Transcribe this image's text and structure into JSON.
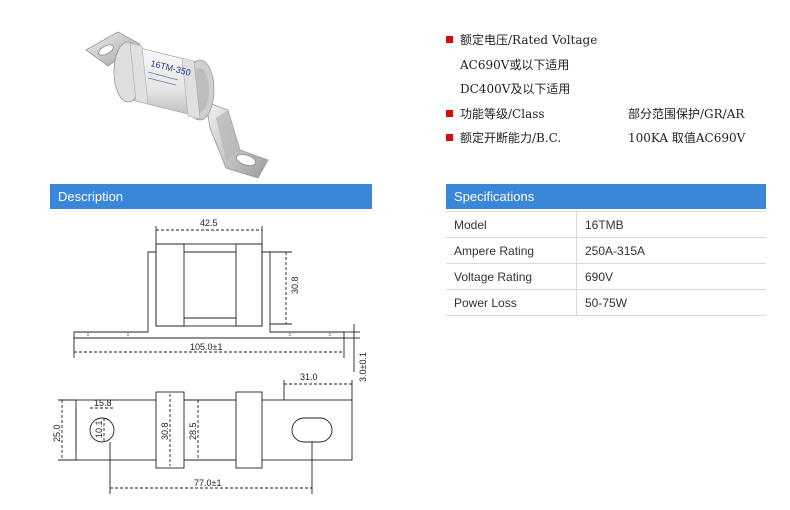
{
  "features": [
    {
      "label": "额定电压/Rated Voltage",
      "value": ""
    },
    {
      "label": "功能等级/Class",
      "value": "部分范围保护/GR/AR"
    },
    {
      "label": "额定开断能力/B.C.",
      "value": "100KA  取值AC690V"
    }
  ],
  "voltage_lines": [
    "AC690V或以下适用",
    "DC400V及以下适用"
  ],
  "photo_label": "16TM-350",
  "description": {
    "title": "Description"
  },
  "specifications": {
    "title": "Specifications",
    "rows": [
      {
        "label": "Model",
        "value": "16TMB"
      },
      {
        "label": "Ampere Rating",
        "value": "250A-315A"
      },
      {
        "label": "Voltage Rating",
        "value": "690V"
      },
      {
        "label": "Power Loss",
        "value": "50-75W"
      }
    ]
  },
  "dimensions": {
    "top_width": "42.5",
    "height": "30.8",
    "overall_length": "105.0±1",
    "thickness": "3.0±0.1",
    "tab_end": "31.0",
    "slot_length": "15.8",
    "slot_width": "10.1",
    "tab_width": "25.0",
    "body_dia": "30.8",
    "inner": "28.5",
    "hole_spacing": "77.0±1"
  },
  "colors": {
    "bar": "#3a86d9",
    "bullet": "#cc1111"
  }
}
